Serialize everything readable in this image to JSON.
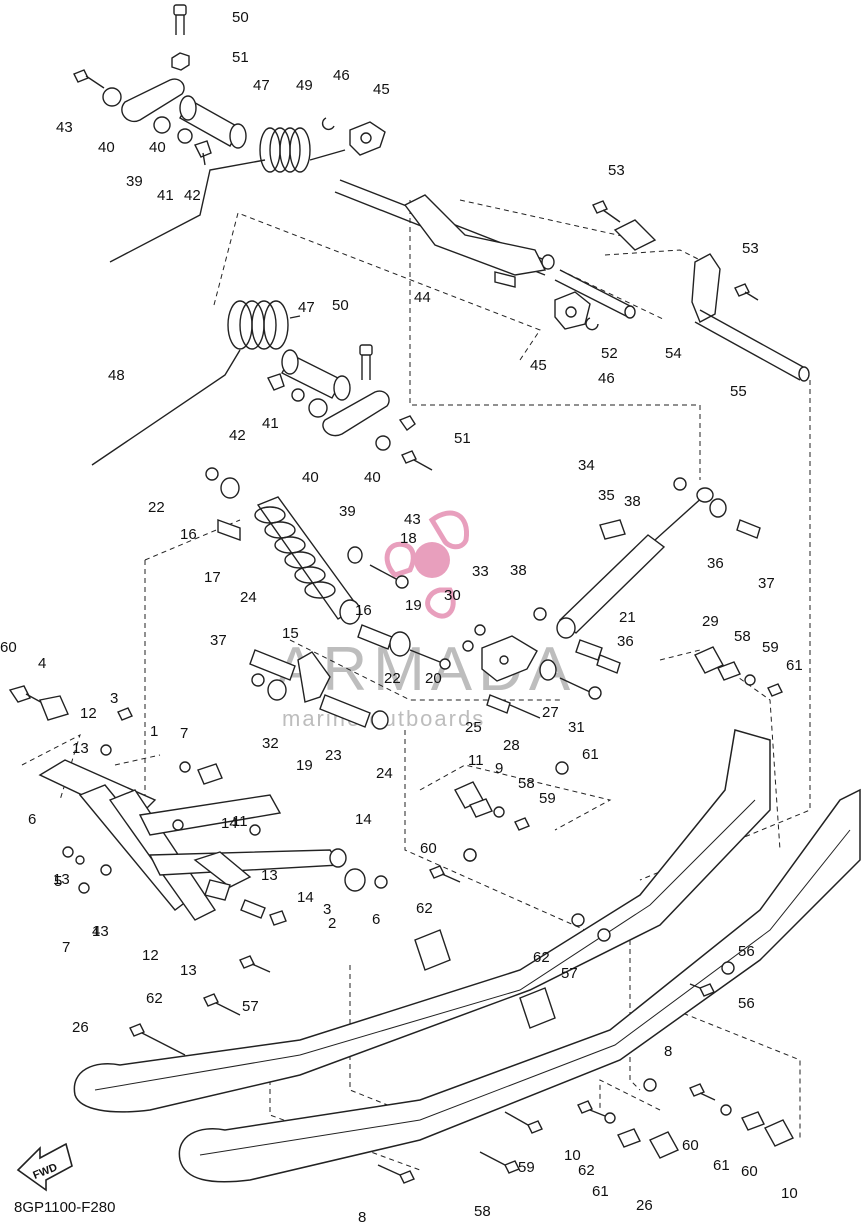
{
  "diagram_code": "8GP1100-F280",
  "fwd_label": "FWD",
  "watermark": {
    "brand": "ARMADA",
    "tagline": "marine outboards",
    "color": "#e58fb2"
  },
  "callouts": [
    "50",
    "51",
    "47",
    "49",
    "46",
    "45",
    "43",
    "40",
    "40",
    "39",
    "41",
    "42",
    "53",
    "53",
    "44",
    "45",
    "46",
    "52",
    "54",
    "55",
    "48",
    "47",
    "50",
    "42",
    "41",
    "40",
    "40",
    "39",
    "51",
    "43",
    "22",
    "16",
    "17",
    "18",
    "34",
    "35",
    "38",
    "36",
    "37",
    "24",
    "15",
    "16",
    "19",
    "30",
    "33",
    "38",
    "21",
    "36",
    "37",
    "22",
    "20",
    "27",
    "31",
    "32",
    "19",
    "23",
    "24",
    "25",
    "28",
    "29",
    "58",
    "59",
    "61",
    "60",
    "4",
    "3",
    "12",
    "13",
    "1",
    "7",
    "6",
    "11",
    "14",
    "14",
    "13",
    "5",
    "13",
    "14",
    "13",
    "3",
    "2",
    "6",
    "7",
    "4",
    "12",
    "13",
    "11",
    "9",
    "58",
    "59",
    "61",
    "60",
    "62",
    "62",
    "57",
    "56",
    "56",
    "62",
    "57",
    "26",
    "8",
    "10",
    "62",
    "60",
    "61",
    "60",
    "61",
    "59",
    "58",
    "8",
    "26",
    "10",
    "59",
    "58"
  ]
}
